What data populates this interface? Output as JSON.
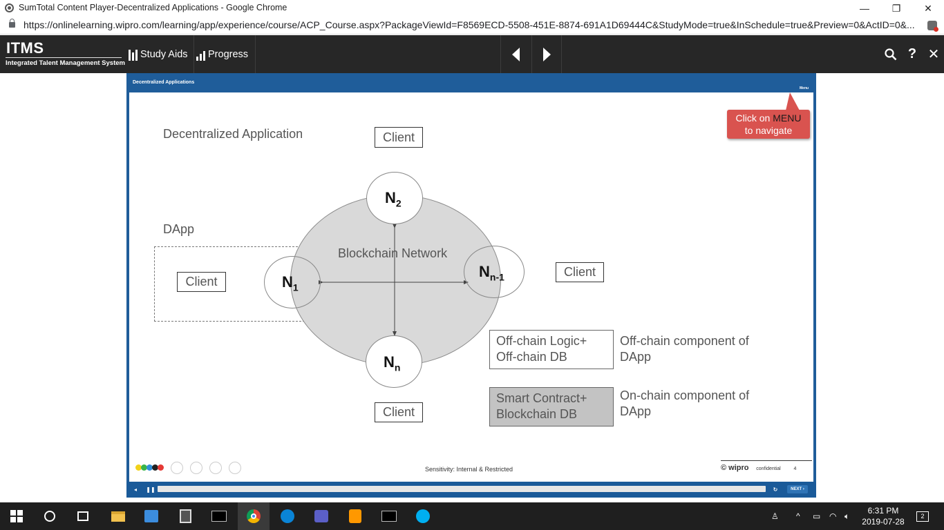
{
  "browser": {
    "window_title": "SumTotal Content Player-Decentralized Applications - Google Chrome",
    "url": "https://onlinelearning.wipro.com/learning/app/experience/course/ACP_Course.aspx?PackageViewId=F8569ECD-5508-451E-8874-691A1D69444C&StudyMode=true&InSchedule=true&Preview=0&ActID=0&...",
    "minimize": "—",
    "restore": "❐",
    "close": "✕"
  },
  "header": {
    "logo_main": "ITMS",
    "logo_sub": "Integrated Talent Management System",
    "study_aids": "Study Aids",
    "progress": "Progress",
    "search_icon": "⌕",
    "help_icon": "?",
    "close_icon": "✕"
  },
  "player": {
    "title": "Decentralized Applications",
    "menu": "Menu",
    "next": "NEXT ›"
  },
  "slide": {
    "heading": "Decentralized Application",
    "dapp_label": "DApp",
    "network_label": "Blockchain Network",
    "client": "Client",
    "nodes": {
      "n1": "N",
      "n1_sub": "1",
      "n2": "N",
      "n2_sub": "2",
      "nn1": "N",
      "nn1_sub": "n-1",
      "nn": "N",
      "nn_sub": "n"
    },
    "legend": {
      "offchain_box_line1": "Off-chain Logic+",
      "offchain_box_line2": "Off-chain DB",
      "offchain_desc_line1": "Off-chain component of",
      "offchain_desc_line2": "DApp",
      "onchain_box_line1": "Smart Contract+",
      "onchain_box_line2": "Blockchain DB",
      "onchain_desc_line1": "On-chain component of",
      "onchain_desc_line2": "DApp"
    },
    "callout_prefix": "Click on ",
    "callout_highlight": "MENU",
    "callout_suffix": "to navigate",
    "footer_sensitivity": "Sensitivity: Internal & Restricted",
    "footer_brand": "© wipro",
    "footer_confidential": "confidential",
    "footer_page": "4"
  },
  "taskbar": {
    "time": "6:31 PM",
    "date": "2019-07-28",
    "notifications": "2"
  },
  "colors": {
    "header_bg": "#272727",
    "player_blue": "#1f5d9a",
    "callout_red": "#d9534f",
    "network_gray": "#d9d9d9",
    "onchain_gray": "#c3c3c3"
  }
}
